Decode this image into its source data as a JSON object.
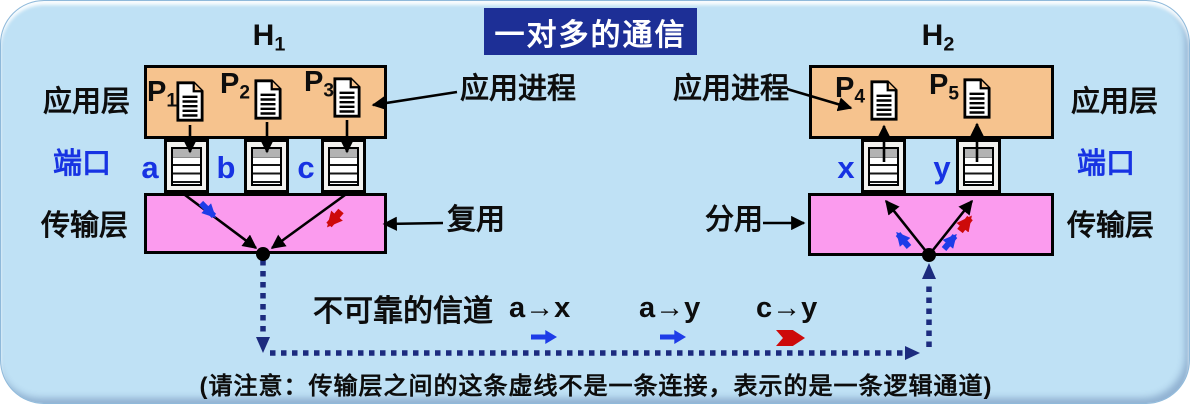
{
  "title": "一对多的通信",
  "hosts": {
    "left": {
      "name": "H",
      "sub": "1"
    },
    "right": {
      "name": "H",
      "sub": "2"
    }
  },
  "layer_labels": {
    "left": {
      "app": "应用层",
      "port": "端口",
      "transport": "传输层"
    },
    "right": {
      "app": "应用层",
      "port": "端口",
      "transport": "传输层"
    }
  },
  "annotations": {
    "app_process_left": "应用进程",
    "app_process_right": "应用进程",
    "multiplex": "复用",
    "demultiplex": "分用",
    "channel": "不可靠的信道",
    "note": "(请注意：传输层之间的这条虚线不是一条连接，表示的是一条逻辑通道)"
  },
  "processes": {
    "left": [
      {
        "name": "P",
        "sub": "1"
      },
      {
        "name": "P",
        "sub": "2"
      },
      {
        "name": "P",
        "sub": "3"
      }
    ],
    "right": [
      {
        "name": "P",
        "sub": "4"
      },
      {
        "name": "P",
        "sub": "5"
      }
    ]
  },
  "ports": {
    "left": [
      "a",
      "b",
      "c"
    ],
    "right": [
      "x",
      "y"
    ]
  },
  "sessions": [
    {
      "label": "a→x",
      "color": "#1e3ce8"
    },
    {
      "label": "a→y",
      "color": "#1e3ce8"
    },
    {
      "label": "c→y",
      "color": "#cd0a0a"
    }
  ],
  "colors": {
    "background": "#bfe1f5",
    "banner": "#1d2f96",
    "app_layer_fill": "#f6c38e",
    "transport_layer_fill": "#fb9bee",
    "port_label_text": "#1733e3",
    "flow_blue": "#1e3ce8",
    "flow_red": "#cd0a0a",
    "logical_channel": "#1c2b7e"
  }
}
